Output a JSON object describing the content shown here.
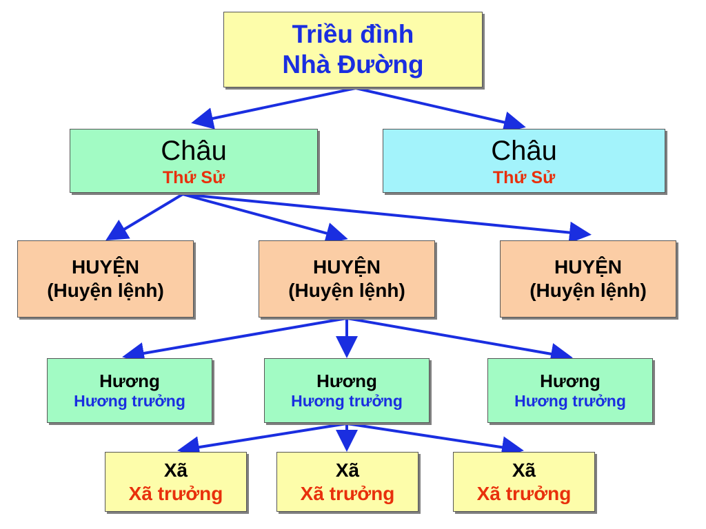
{
  "colors": {
    "connector": "#1a2ee0",
    "title_blue": "#1a2ee0",
    "title_red": "#e8300c",
    "yellow_box": "#fdfdaa",
    "green_box": "#a2fbc4",
    "cyan_box": "#a3f3fb",
    "orange_box": "#fbcda5"
  },
  "root": {
    "line1": "Triều đình",
    "line2": "Nhà Đường"
  },
  "chau": [
    {
      "name": "Châu",
      "official": "Thứ Sử"
    },
    {
      "name": "Châu",
      "official": "Thứ Sử"
    }
  ],
  "huyen": [
    {
      "name": "HUYỆN",
      "official": "(Huyện lệnh)"
    },
    {
      "name": "HUYỆN",
      "official": "(Huyện lệnh)"
    },
    {
      "name": "HUYỆN",
      "official": "(Huyện lệnh)"
    }
  ],
  "huong": [
    {
      "name": "Hương",
      "official": "Hương trưởng"
    },
    {
      "name": "Hương",
      "official": "Hương trưởng"
    },
    {
      "name": "Hương",
      "official": "Hương trưởng"
    }
  ],
  "xa": [
    {
      "name": "Xã",
      "official": "Xã trưởng"
    },
    {
      "name": "Xã",
      "official": "Xã trưởng"
    },
    {
      "name": "Xã",
      "official": "Xã trưởng"
    }
  ]
}
